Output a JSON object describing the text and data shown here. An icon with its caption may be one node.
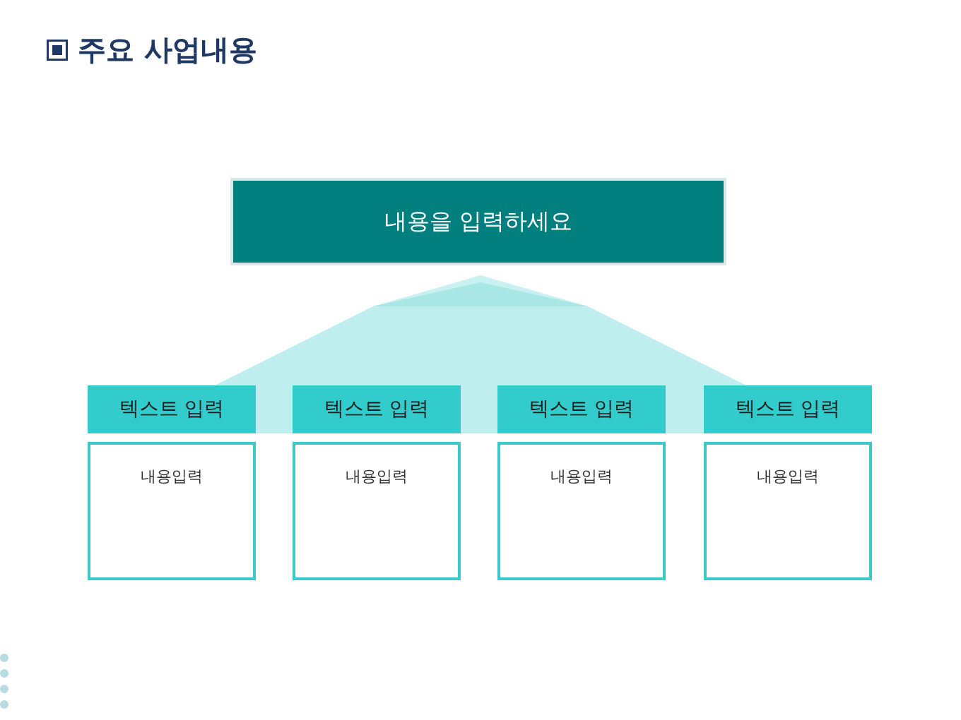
{
  "diagram": {
    "title": "주요 사업내용",
    "nodes": [
      {
        "text": [
          "내용을 입력하세요"
        ]
      },
      {
        "text": [
          "텍스트 입력"
        ]
      },
      {
        "text": [
          "텍스트 입력"
        ]
      },
      {
        "text": [
          "텍스트 입력"
        ]
      },
      {
        "text": [
          "텍스트 입력"
        ]
      },
      {
        "text": [
          "내용입력"
        ]
      },
      {
        "text": [
          "내용입력"
        ]
      },
      {
        "text": [
          "내용입력"
        ]
      },
      {
        "text": [
          "내용입력"
        ]
      }
    ]
  }
}
